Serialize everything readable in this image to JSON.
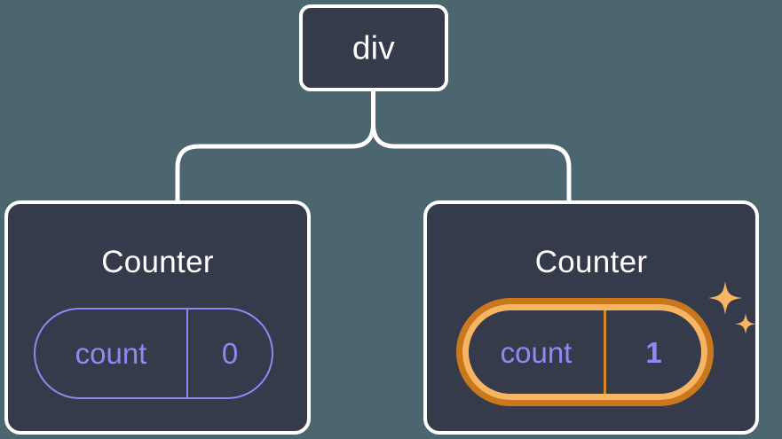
{
  "diagram": {
    "title": "react-component-state-tree",
    "background_color": "#4c6670",
    "node_fill": "#353b4a",
    "node_border": "#ffffff",
    "connector_color": "#ffffff",
    "accent_purple": "#8b8bf2",
    "highlight_outer_orange": "#c9781c",
    "highlight_inner_orange": "#f7b563",
    "root": {
      "label": "div"
    },
    "children": [
      {
        "label": "Counter",
        "state": {
          "key": "count",
          "value": "0"
        },
        "highlighted": false
      },
      {
        "label": "Counter",
        "state": {
          "key": "count",
          "value": "1"
        },
        "highlighted": true,
        "decorations": [
          "sparkle-large",
          "sparkle-small"
        ]
      }
    ]
  }
}
